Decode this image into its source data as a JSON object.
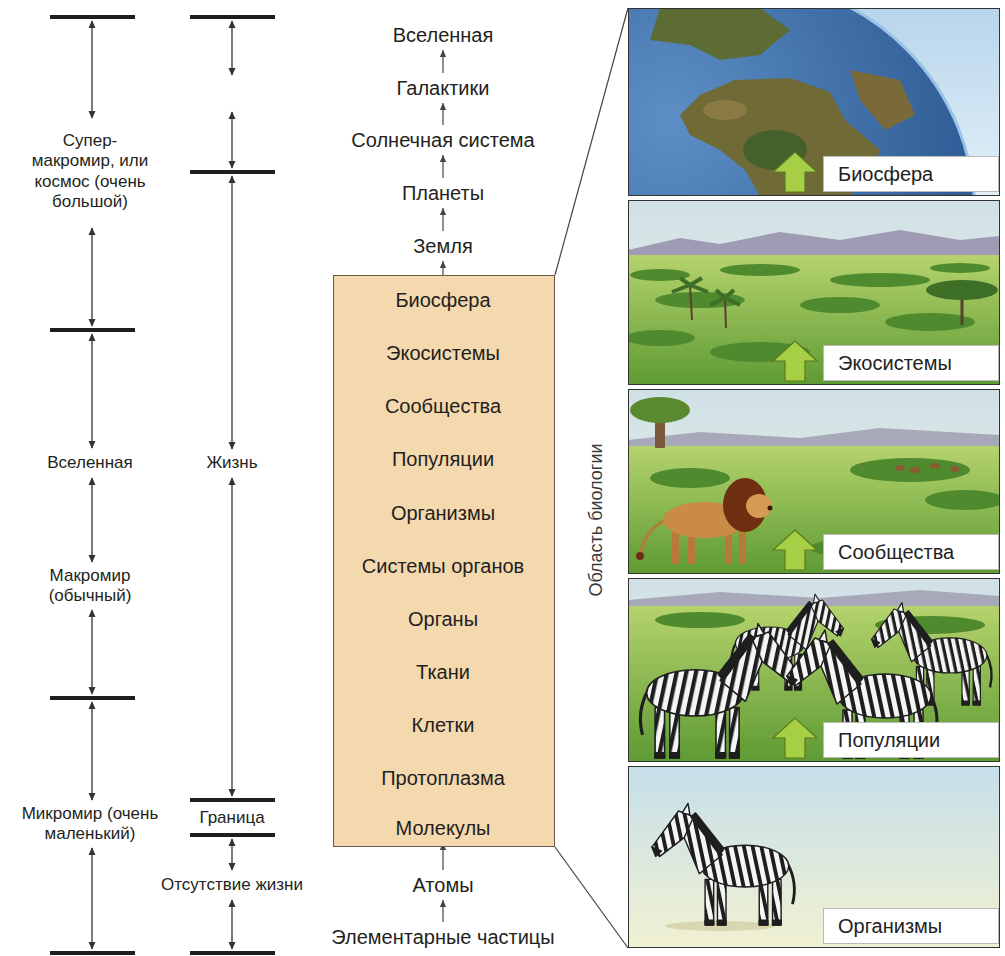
{
  "diagram": {
    "nodes": [
      {
        "text": [
          "Вселенная"
        ]
      },
      {
        "text": [
          "Галактики"
        ]
      },
      {
        "text": [
          "Солнечная система"
        ]
      },
      {
        "text": [
          "Планеты"
        ]
      },
      {
        "text": [
          "Земля"
        ]
      },
      {
        "text": [
          "Область биологии"
        ]
      },
      {
        "text": [
          "Биосфера"
        ],
        "in": 5
      },
      {
        "text": [
          "Экосистемы"
        ],
        "in": 5
      },
      {
        "text": [
          "Сообщества"
        ],
        "in": 5
      },
      {
        "text": [
          "Популяции"
        ],
        "in": 5
      },
      {
        "text": [
          "Организмы"
        ],
        "in": 5
      },
      {
        "text": [
          "Системы органов"
        ],
        "in": 5
      },
      {
        "text": [
          "Органы"
        ],
        "in": 5
      },
      {
        "text": [
          "Ткани"
        ],
        "in": 5
      },
      {
        "text": [
          "Клетки"
        ],
        "in": 5
      },
      {
        "text": [
          "Протоплазма"
        ],
        "in": 5
      },
      {
        "text": [
          "Молекулы"
        ],
        "in": 5
      },
      {
        "text": [
          "Атомы"
        ]
      },
      {
        "text": [
          "Элементарные частицы"
        ]
      },
      {
        "text": [
          "Биосфера"
        ]
      },
      {
        "text": [
          "Экосистемы"
        ]
      },
      {
        "text": [
          "Сообщества"
        ]
      },
      {
        "text": [
          "Популяции"
        ]
      },
      {
        "text": [
          "Организмы"
        ]
      }
    ],
    "edges": [
      {
        "from": 1,
        "to": 0,
        "arrow": "to"
      },
      {
        "from": 2,
        "to": 1,
        "arrow": "to"
      },
      {
        "from": 3,
        "to": 2,
        "arrow": "to"
      },
      {
        "from": 4,
        "to": 3,
        "arrow": "to"
      },
      {
        "from": 6,
        "to": 4,
        "arrow": "to"
      },
      {
        "from": 7,
        "to": 6,
        "arrow": "to"
      },
      {
        "from": 8,
        "to": 7,
        "arrow": "to"
      },
      {
        "from": 9,
        "to": 8,
        "arrow": "to"
      },
      {
        "from": 10,
        "to": 9,
        "arrow": "to"
      },
      {
        "from": 11,
        "to": 10,
        "arrow": "to"
      },
      {
        "from": 12,
        "to": 11,
        "arrow": "to"
      },
      {
        "from": 13,
        "to": 12,
        "arrow": "to"
      },
      {
        "from": 14,
        "to": 13,
        "arrow": "to"
      },
      {
        "from": 15,
        "to": 14,
        "arrow": "to"
      },
      {
        "from": 16,
        "to": 15,
        "arrow": "to"
      },
      {
        "from": 17,
        "to": 16,
        "arrow": "to"
      },
      {
        "from": 18,
        "to": 17,
        "arrow": "to"
      }
    ],
    "labels": [
      "Супер- макромир, или космос (очень большой)",
      "Вселенная",
      "Макромир (обычный)",
      "Микромир (очень маленький)",
      "Жизнь",
      "Граница",
      "Отсутствие жизни"
    ]
  }
}
